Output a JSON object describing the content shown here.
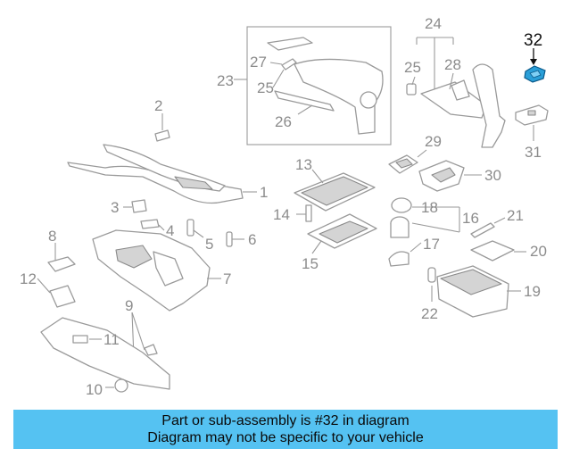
{
  "diagram": {
    "callouts": [
      "1",
      "2",
      "3",
      "4",
      "5",
      "6",
      "7",
      "8",
      "9",
      "10",
      "11",
      "12",
      "13",
      "14",
      "15",
      "16",
      "17",
      "18",
      "19",
      "20",
      "21",
      "22",
      "23",
      "24",
      "25",
      "25",
      "26",
      "27",
      "28",
      "29",
      "30",
      "31"
    ],
    "highlighted_part": "32",
    "highlight_color": "#2a9fd8"
  },
  "banner": {
    "line1": "Part or sub-assembly is #32 in diagram",
    "line2": "Diagram may not be specific to your vehicle",
    "background": "#55c2f2"
  }
}
